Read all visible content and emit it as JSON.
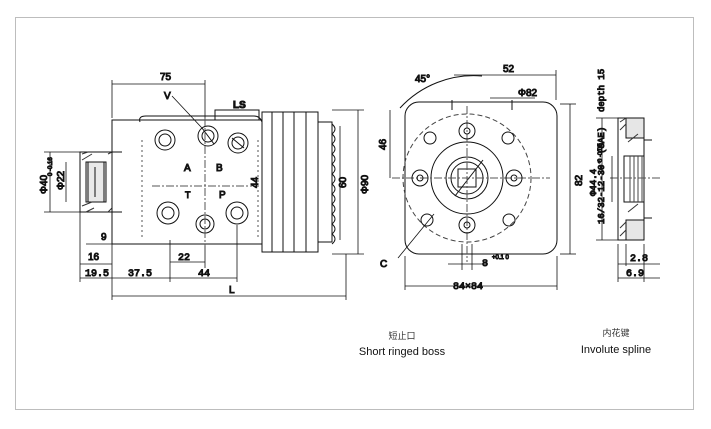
{
  "figures": {
    "left": {
      "dims": {
        "d75": "75",
        "label_v": "V",
        "label_ls": "LS",
        "label_a": "A",
        "label_b": "B",
        "label_t": "T",
        "label_p": "P",
        "d44v": "44",
        "d60": "60",
        "d90": "Φ90",
        "d40": "Φ40",
        "d40tol": "0 -0.16",
        "d22": "Φ22",
        "d9": "9",
        "d16": "16",
        "d19_5": "19.5",
        "d37_5": "37.5",
        "d22h": "22",
        "d44h": "44",
        "dL": "L"
      }
    },
    "middle": {
      "dims": {
        "d45deg": "45°",
        "d52": "52",
        "d82dia": "Φ82",
        "d46": "46",
        "d82": "82",
        "labelC": "C",
        "d8": "8",
        "d8tol": "+0.1 0",
        "d84": "84×84"
      }
    },
    "right": {
      "dims": {
        "depth": "depth 15",
        "spline": "16/32-12-30° (SAE)",
        "d44_4": "Φ44.4",
        "d44_4tol": "0 -0.05",
        "d2_8": "2.8",
        "d6_9": "6.9"
      }
    }
  },
  "captions": {
    "boss_cn": "短止口",
    "boss_en": "Short ringed boss",
    "spline_cn": "内花键",
    "spline_en": "Involute spline"
  }
}
